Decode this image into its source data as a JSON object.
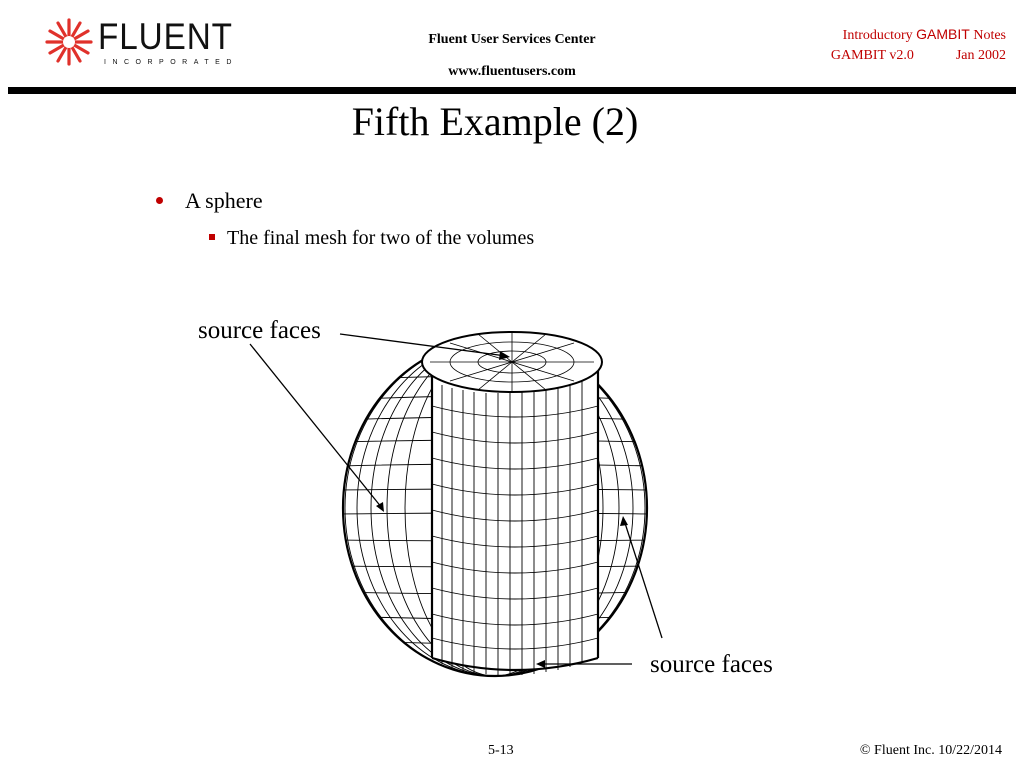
{
  "logo": {
    "word": "FLUENT",
    "sub": "INCORPORATED",
    "color": "#e0312b"
  },
  "header": {
    "center_line1": "Fluent User Services Center",
    "center_line2": "www.fluentusers.com",
    "right_intro": "Introductory",
    "right_gambit": "GAMBIT",
    "right_notes": "Notes",
    "right_version": "GAMBIT v2.0",
    "right_date": "Jan 2002",
    "accent_color": "#c00000"
  },
  "slide": {
    "title": "Fifth Example (2)",
    "bullet_1": "A sphere",
    "bullet_2": "The final mesh for two of the volumes",
    "label_top": "source faces",
    "label_bottom": "source faces"
  },
  "footer": {
    "page": "5-13",
    "copyright": "© Fluent Inc. 10/22/2014"
  }
}
